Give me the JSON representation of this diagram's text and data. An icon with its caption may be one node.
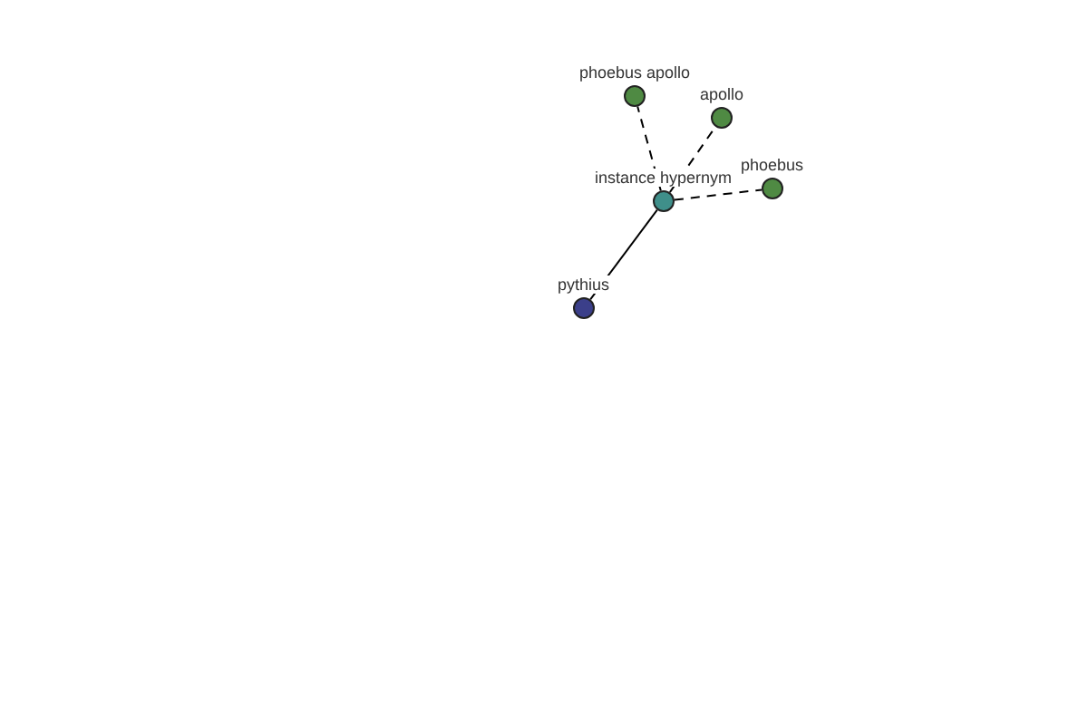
{
  "diagram": {
    "nodes": [
      {
        "text": [
          "phoebus apollo"
        ]
      },
      {
        "text": [
          "apollo"
        ]
      },
      {
        "text": [
          "instance hypernym"
        ]
      },
      {
        "text": [
          "phoebus"
        ]
      },
      {
        "text": [
          "pythius"
        ]
      }
    ],
    "edges": [
      {
        "from": 2,
        "to": 0,
        "arrow": "none",
        "style": "dashed"
      },
      {
        "from": 2,
        "to": 1,
        "arrow": "none",
        "style": "dashed"
      },
      {
        "from": 2,
        "to": 3,
        "arrow": "none",
        "style": "dashed"
      },
      {
        "from": 2,
        "to": 4,
        "arrow": "none"
      }
    ]
  }
}
